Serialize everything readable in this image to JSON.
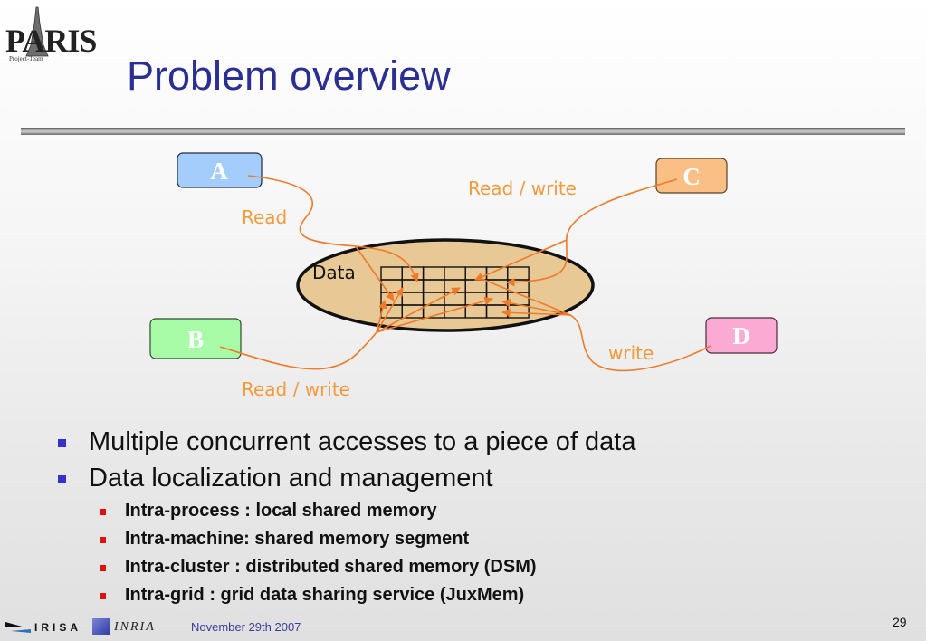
{
  "slide": {
    "title": "Problem overview",
    "logo": {
      "name": "PARIS",
      "subtitle": "Project-Team"
    },
    "page_number": "29",
    "date": "November 29th 2007",
    "footer_logos": [
      "IRISA",
      "INRIA"
    ]
  },
  "diagram": {
    "data_label": "Data",
    "grid": {
      "rows": 4,
      "cols": 7
    },
    "nodes": [
      {
        "id": "A",
        "label": "A",
        "color": "#a4cdfb"
      },
      {
        "id": "B",
        "label": "B",
        "color": "#a8fca8"
      },
      {
        "id": "C",
        "label": "C",
        "color": "#f9bf84"
      },
      {
        "id": "D",
        "label": "D",
        "color": "#fbaad4"
      }
    ],
    "edge_labels": {
      "A": "Read",
      "B": "Read / write",
      "C": "Read / write",
      "D": "write"
    },
    "colors": {
      "arrow": "#ef7a28",
      "label": "#f29a3c",
      "ellipse_fill": "#e8c996",
      "title": "#2b2f94"
    }
  },
  "bullets": [
    {
      "text": "Multiple concurrent accesses to a piece of data",
      "children": []
    },
    {
      "text": "Data localization and management",
      "children": [
        "Intra-process : local shared memory",
        "Intra-machine: shared memory segment",
        "Intra-cluster : distributed shared memory (DSM)",
        "Intra-grid : grid data sharing service (JuxMem)"
      ]
    }
  ]
}
